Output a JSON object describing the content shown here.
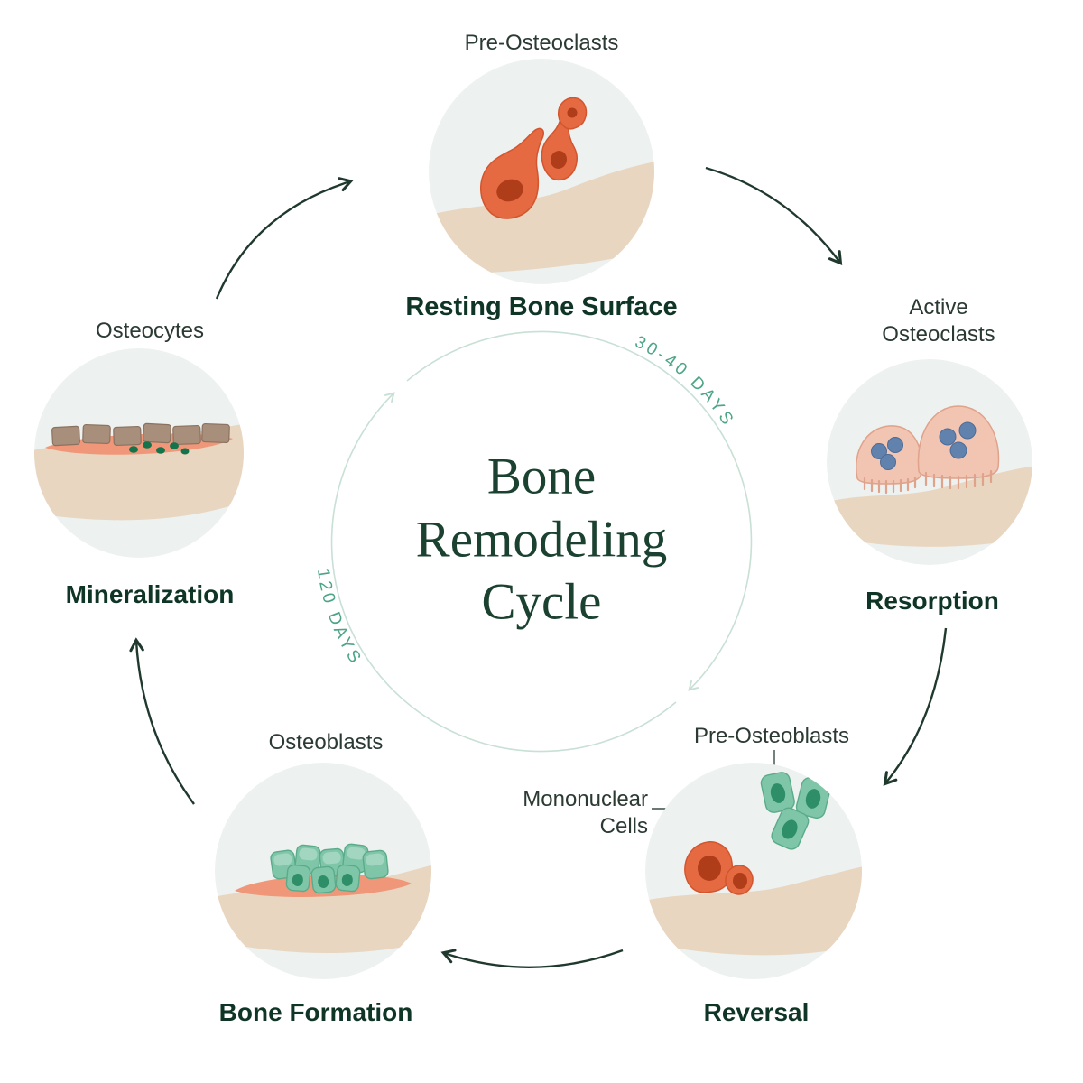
{
  "center": {
    "title_line1": "Bone",
    "title_line2": "Remodeling",
    "title_line3": "Cycle",
    "duration_upper_right": "30-40 DAYS",
    "duration_lower_left": "120 DAYS"
  },
  "stages": {
    "resting": {
      "cell_label": "Pre-Osteoclasts",
      "name": "Resting Bone Surface"
    },
    "resorption": {
      "cell_label_line1": "Active",
      "cell_label_line2": "Osteoclasts",
      "name": "Resorption"
    },
    "reversal": {
      "cell_label_top": "Pre-Osteoblasts",
      "cell_label_left_line1": "Mononuclear",
      "cell_label_left_line2": "Cells",
      "name": "Reversal"
    },
    "formation": {
      "cell_label": "Osteoblasts",
      "name": "Bone Formation"
    },
    "mineralization": {
      "cell_label": "Osteocytes",
      "name": "Mineralization"
    }
  },
  "colors": {
    "text_dark": "#2b3a33",
    "heading_dark": "#0f3526",
    "title_green": "#1b4231",
    "accent_teal": "#4ca585",
    "ring_mint": "#c8e0d5",
    "arrow_dark": "#20392e",
    "pointer_dark": "#3c4b43",
    "stage_bg": "#edf1f0",
    "bone": "#e9d6c0",
    "orange_cell": "#e56a42",
    "orange_cell_edge": "#d2552e",
    "orange_nucleus": "#b03d1a",
    "pink_cell": "#f2c5b3",
    "pink_cell_edge": "#dfa28b",
    "blue_nucleus": "#6282ae",
    "blue_nucleus_edge": "#4d6b96",
    "teal_cell": "#7fc6a9",
    "teal_cell_edge": "#5bab8b",
    "teal_nucleus": "#2e8e68",
    "osteoid_pink": "#ef9778",
    "mineral_block": "#a78f7c",
    "mineral_block_edge": "#8b7260",
    "osteocyte_green": "#15734c"
  }
}
